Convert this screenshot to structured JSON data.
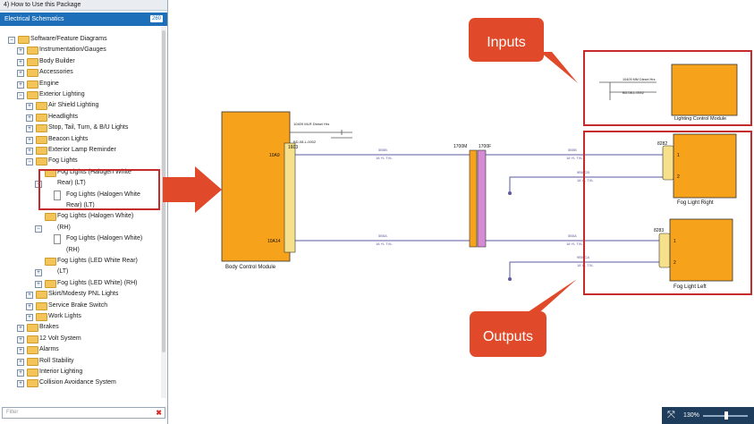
{
  "sidebar": {
    "top_link": "4) How to Use this Package",
    "section_title": "Electrical Schematics",
    "section_badge": "260",
    "tree": [
      {
        "label": "Software/Feature Diagrams",
        "indent": 0,
        "toggle": "−",
        "icon": "folder"
      },
      {
        "label": "Instrumentation/Gauges",
        "indent": 1,
        "toggle": "+",
        "icon": "folder"
      },
      {
        "label": "Body Builder",
        "indent": 1,
        "toggle": "+",
        "icon": "folder"
      },
      {
        "label": "Accessories",
        "indent": 1,
        "toggle": "+",
        "icon": "folder"
      },
      {
        "label": "Engine",
        "indent": 1,
        "toggle": "+",
        "icon": "folder"
      },
      {
        "label": "Exterior Lighting",
        "indent": 1,
        "toggle": "−",
        "icon": "folder"
      },
      {
        "label": "Air Shield Lighting",
        "indent": 2,
        "toggle": "+",
        "icon": "folder"
      },
      {
        "label": "Headlights",
        "indent": 2,
        "toggle": "+",
        "icon": "folder"
      },
      {
        "label": "Stop, Tail, Turn, & B/U Lights",
        "indent": 2,
        "toggle": "+",
        "icon": "folder"
      },
      {
        "label": "Beacon Lights",
        "indent": 2,
        "toggle": "+",
        "icon": "folder"
      },
      {
        "label": "Exterior Lamp Reminder",
        "indent": 2,
        "toggle": "+",
        "icon": "folder"
      },
      {
        "label": "Fog Lights",
        "indent": 2,
        "toggle": "−",
        "icon": "folder"
      },
      {
        "label": "Fog Lights (Halogen White",
        "indent": 3,
        "toggle": "",
        "icon": "folder"
      },
      {
        "label": "Rear) (LT)",
        "indent": 3,
        "toggle": "−",
        "icon": ""
      },
      {
        "label": "Fog Lights (Halogen White",
        "indent": 4,
        "toggle": "",
        "icon": "doc"
      },
      {
        "label": "Rear) (LT)",
        "indent": 4,
        "toggle": "",
        "icon": ""
      },
      {
        "label": "Fog Lights (Halogen White)",
        "indent": 3,
        "toggle": "",
        "icon": "folder"
      },
      {
        "label": "(RH)",
        "indent": 3,
        "toggle": "−",
        "icon": ""
      },
      {
        "label": "Fog Lights (Halogen White)",
        "indent": 4,
        "toggle": "",
        "icon": "doc"
      },
      {
        "label": "(RH)",
        "indent": 4,
        "toggle": "",
        "icon": ""
      },
      {
        "label": "Fog Lights (LED White Rear)",
        "indent": 3,
        "toggle": "",
        "icon": "folder"
      },
      {
        "label": "(LT)",
        "indent": 3,
        "toggle": "+",
        "icon": ""
      },
      {
        "label": "Fog Lights (LED White) (RH)",
        "indent": 3,
        "toggle": "+",
        "icon": "folder"
      },
      {
        "label": "Skirt/Modesty PNL Lights",
        "indent": 2,
        "toggle": "+",
        "icon": "folder"
      },
      {
        "label": "Service Brake Switch",
        "indent": 2,
        "toggle": "+",
        "icon": "folder"
      },
      {
        "label": "Work Lights",
        "indent": 2,
        "toggle": "+",
        "icon": "folder"
      },
      {
        "label": "Brakes",
        "indent": 1,
        "toggle": "+",
        "icon": "folder"
      },
      {
        "label": "12 Volt System",
        "indent": 1,
        "toggle": "+",
        "icon": "folder"
      },
      {
        "label": "Alarms",
        "indent": 1,
        "toggle": "+",
        "icon": "folder"
      },
      {
        "label": "Roll Stability",
        "indent": 1,
        "toggle": "+",
        "icon": "folder"
      },
      {
        "label": "Interior Lighting",
        "indent": 1,
        "toggle": "+",
        "icon": "folder"
      },
      {
        "label": "Collision Avoidance System",
        "indent": 1,
        "toggle": "+",
        "icon": "folder"
      }
    ],
    "filter_placeholder": "Filter",
    "filter_clear": "✖"
  },
  "callouts": {
    "inputs": "Inputs",
    "outputs": "Outputs"
  },
  "diagram": {
    "body_control_module": "Body Control Module",
    "lighting_control_module": "Lighting Control Module",
    "fog_light_right": "Fog Light Right",
    "fog_light_left": "Fog Light Left",
    "bcm_connector": "1603",
    "bcm_pin_top": "10A9",
    "bcm_pin_bottom": "10A14",
    "splice_left": "1700M",
    "splice_right": "1700F",
    "right_connector": "8282",
    "left_connector": "8283",
    "pin_1": "1",
    "pin_2": "2",
    "wire_label_1": "10409 MLR Diesel Hrs",
    "wire_label_2": "BD-08-L-0002",
    "wire_label_3": "10409 MM Diesel Hrs",
    "wire_label_4": "BD-08-L-0002",
    "wire_top_a_id": "5B5B",
    "wire_top_a_spec": "18 YL TXL",
    "wire_top_b_id": "5B5B",
    "wire_top_b_spec": "18 YL TXL",
    "wire_top_gnd_id": "9B0-CB",
    "wire_top_gnd_spec": "18 YL TXL",
    "wire_bot_a_id": "5B5A",
    "wire_bot_a_spec": "18 YL TXL",
    "wire_bot_b_id": "5B5A",
    "wire_bot_b_spec": "18 YL TXL",
    "wire_bot_gnd_id": "9B0-CA",
    "wire_bot_gnd_spec": "18 YL TXL"
  },
  "status": {
    "zoom": "130%"
  },
  "colors": {
    "module_fill": "#f7a21b",
    "connector_fill": "#f6e08b",
    "splice_pink": "#d58ad4",
    "wire": "#5a5aa0",
    "callout_red": "#e04a2a",
    "header_blue": "#1e6fb9"
  }
}
